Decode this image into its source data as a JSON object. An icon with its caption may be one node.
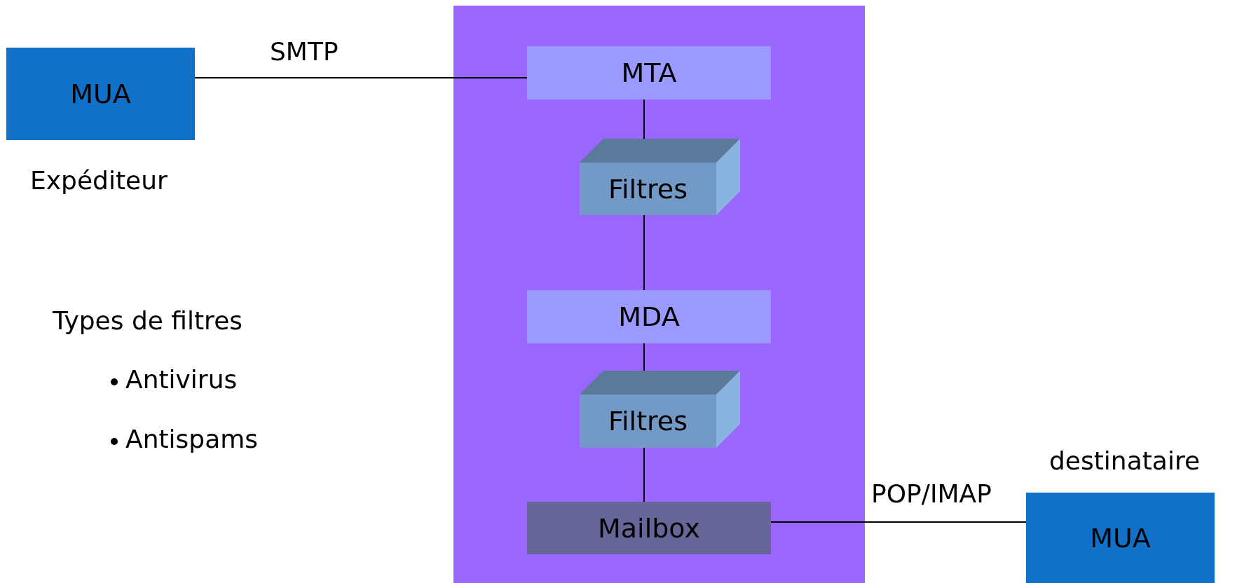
{
  "diagram": {
    "nodes": [
      {
        "text": [
          "MUA"
        ],
        "beside": [
          "Expéditeur"
        ]
      },
      {
        "text": [],
        "shape": "box"
      },
      {
        "text": [
          "MTA"
        ],
        "in": 1
      },
      {
        "text": [
          "Filtres"
        ],
        "in": 1
      },
      {
        "text": [
          "MDA"
        ],
        "in": 1
      },
      {
        "text": [
          "Filtres"
        ],
        "in": 1
      },
      {
        "text": [
          "Mailbox"
        ],
        "in": 1
      },
      {
        "text": [
          "MUA"
        ],
        "beside": [
          "destinataire"
        ]
      }
    ],
    "edges": [
      {
        "from": 0,
        "to": 2,
        "arrow": "none",
        "label": "SMTP"
      },
      {
        "from": 2,
        "to": 3,
        "arrow": "none"
      },
      {
        "from": 3,
        "to": 4,
        "arrow": "none"
      },
      {
        "from": 4,
        "to": 5,
        "arrow": "none"
      },
      {
        "from": 5,
        "to": 6,
        "arrow": "none"
      },
      {
        "from": 6,
        "to": 7,
        "arrow": "none",
        "label": "POP/IMAP"
      }
    ],
    "labels": [
      "Types de filtres",
      "Antivirus",
      "Antispams"
    ]
  }
}
